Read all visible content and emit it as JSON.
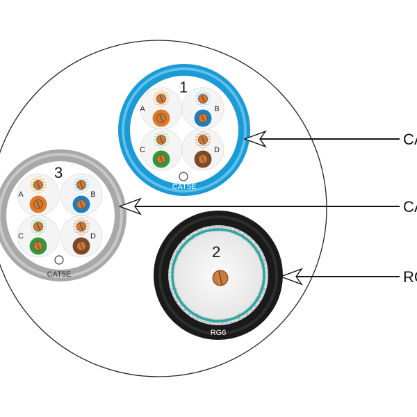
{
  "cables": [
    {
      "number": "1",
      "jacket_label": "CAT5E",
      "jacket_color": "#1a9ad6",
      "pairs": [
        {
          "label": "A",
          "colors": [
            "#e07a2a",
            "#f0d6b0"
          ]
        },
        {
          "label": "B",
          "colors": [
            "#1a7fc8",
            "#cde6f5"
          ]
        },
        {
          "label": "C",
          "colors": [
            "#2f9a3c",
            "#cfe8cf"
          ]
        },
        {
          "label": "D",
          "colors": [
            "#7a4a2a",
            "#e2cdbb"
          ]
        }
      ],
      "callout": "CA"
    },
    {
      "number": "3",
      "jacket_label": "CAT5E",
      "jacket_color": "#a8a8a8",
      "pairs": [
        {
          "label": "A",
          "colors": [
            "#e07a2a",
            "#f0d6b0"
          ]
        },
        {
          "label": "B",
          "colors": [
            "#1a7fc8",
            "#cde6f5"
          ]
        },
        {
          "label": "C",
          "colors": [
            "#2f9a3c",
            "#cfe8cf"
          ]
        },
        {
          "label": "D",
          "colors": [
            "#7a4a2a",
            "#e2cdbb"
          ]
        }
      ],
      "callout": "CA"
    },
    {
      "number": "2",
      "jacket_label": "RG6",
      "jacket_color": "#1a1a1a",
      "shield_color": "#2aa7a0",
      "callout": "RG"
    }
  ],
  "colors": {
    "outer_sheath": "#ffffff",
    "copper": "#c87a3c",
    "arrow": "#111111"
  },
  "icons": [
    "arrow-icon"
  ]
}
